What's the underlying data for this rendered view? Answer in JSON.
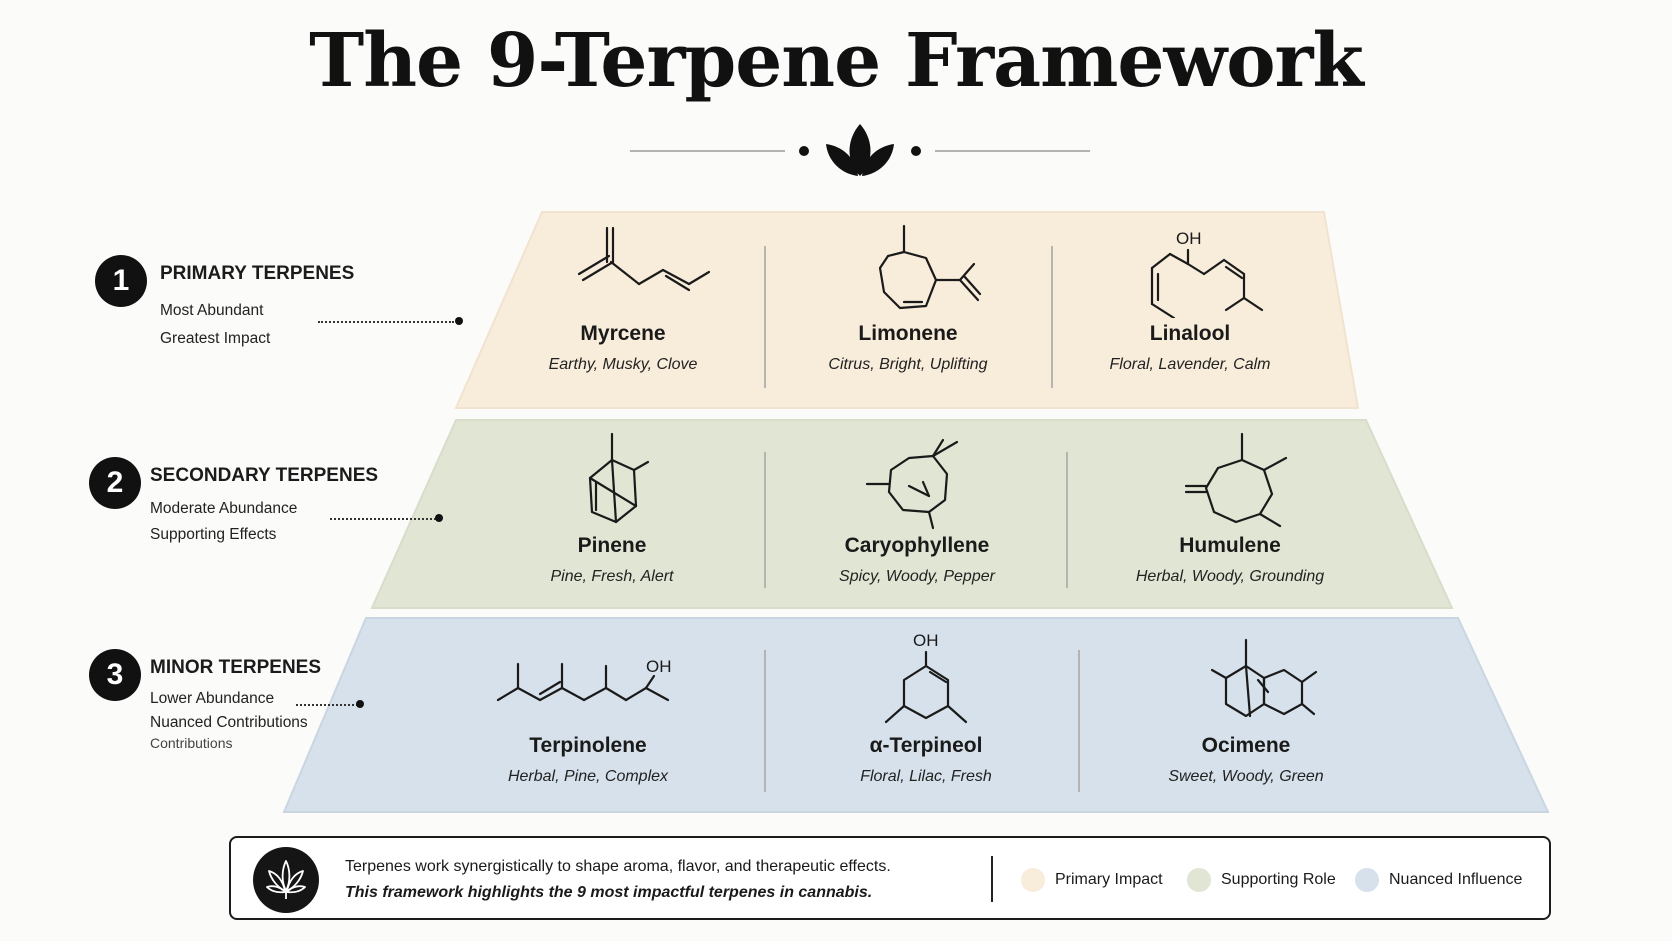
{
  "title": "The 9-Terpene Framework",
  "colors": {
    "primary": "#f8ecdb",
    "secondary": "#e1e5d4",
    "minor": "#d6e1eb"
  },
  "tiers": [
    {
      "number": "1",
      "title": "PRIMARY TERPENES",
      "desc1": "Most Abundant",
      "desc2": "Greatest Impact",
      "desc3": "",
      "terpenes": [
        {
          "name": "Myrcene",
          "notes": "Earthy, Musky, Clove"
        },
        {
          "name": "Limonene",
          "notes": "Citrus, Bright, Uplifting"
        },
        {
          "name": "Linalool",
          "notes": "Floral, Lavender, Calm",
          "label": "OH"
        }
      ]
    },
    {
      "number": "2",
      "title": "SECONDARY TERPENES",
      "desc1": "Moderate Abundance",
      "desc2": "Supporting Effects",
      "desc3": "",
      "terpenes": [
        {
          "name": "Pinene",
          "notes": "Pine, Fresh, Alert"
        },
        {
          "name": "Caryophyllene",
          "notes": "Spicy, Woody, Pepper"
        },
        {
          "name": "Humulene",
          "notes": "Herbal, Woody, Grounding"
        }
      ]
    },
    {
      "number": "3",
      "title": "MINOR TERPENES",
      "desc1": "Lower Abundance",
      "desc2": "Nuanced Contributions",
      "desc3": "Contributions",
      "terpenes": [
        {
          "name": "Terpinolene",
          "notes": "Herbal, Pine, Complex",
          "label": "OH"
        },
        {
          "name": "α-Terpineol",
          "notes": "Floral, Lilac, Fresh",
          "label": "OH"
        },
        {
          "name": "Ocimene",
          "notes": "Sweet, Woody, Green"
        }
      ]
    }
  ],
  "footer": {
    "line1": "Terpenes work synergistically to shape aroma, flavor, and therapeutic effects.",
    "line2": "This framework highlights the 9 most impactful terpenes in cannabis.",
    "legend": [
      {
        "label": "Primary Impact",
        "color": "#f8ecdb"
      },
      {
        "label": "Supporting Role",
        "color": "#e1e5d4"
      },
      {
        "label": "Nuanced Influence",
        "color": "#d6e1eb"
      }
    ]
  }
}
